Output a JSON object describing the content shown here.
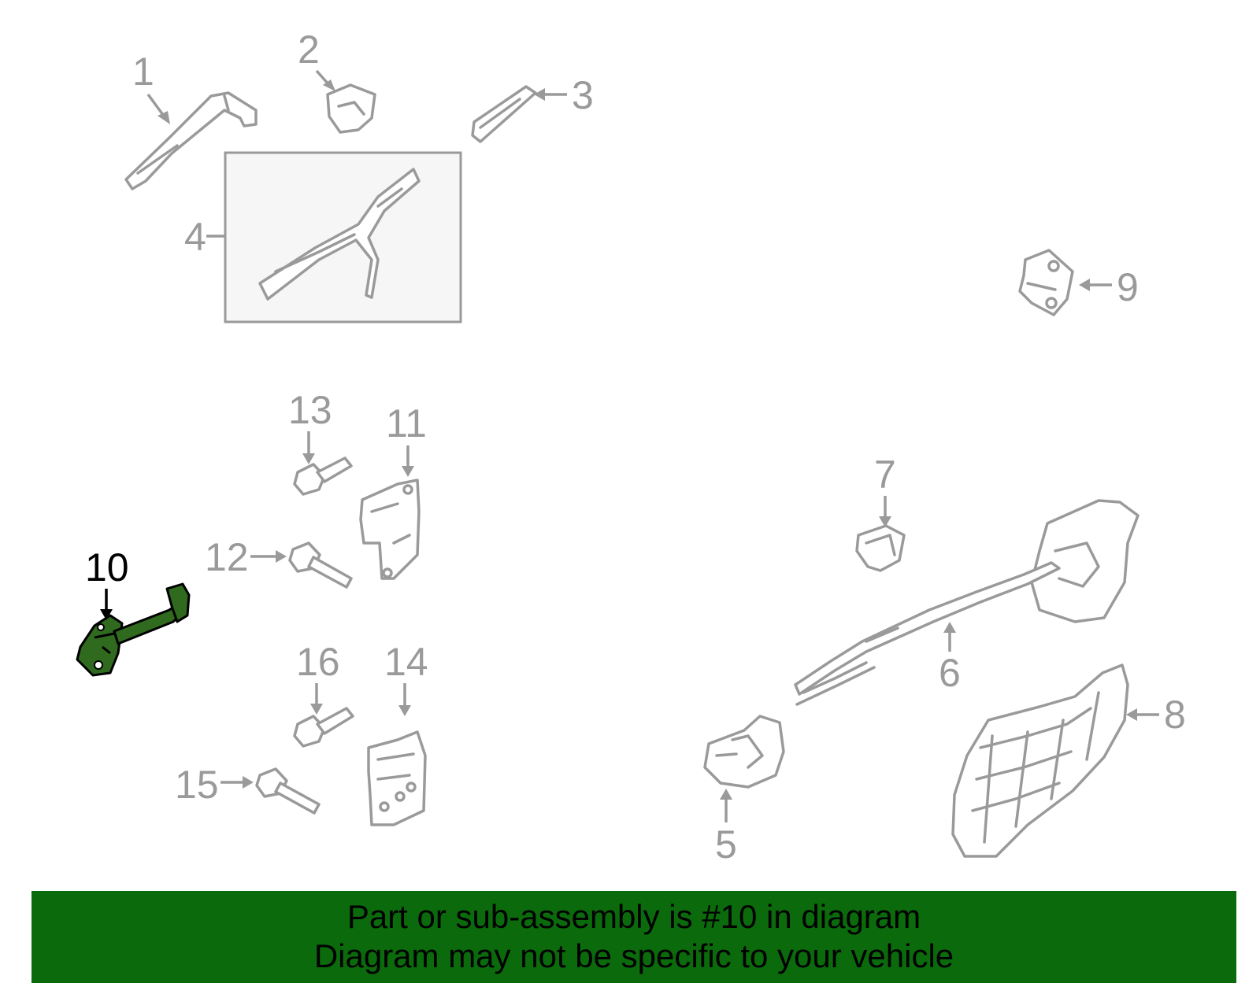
{
  "diagram": {
    "highlighted_part": "10",
    "labels": [
      "1",
      "2",
      "3",
      "4",
      "5",
      "6",
      "7",
      "8",
      "9",
      "10",
      "11",
      "12",
      "13",
      "14",
      "15",
      "16"
    ],
    "colors": {
      "line": "#9a9a9a",
      "highlight_fill": "#2f6a1e",
      "banner": "#0b6a0b"
    }
  },
  "caption": {
    "line1": "Part or sub-assembly is #10 in diagram",
    "line2": "Diagram may not be specific to your vehicle"
  }
}
